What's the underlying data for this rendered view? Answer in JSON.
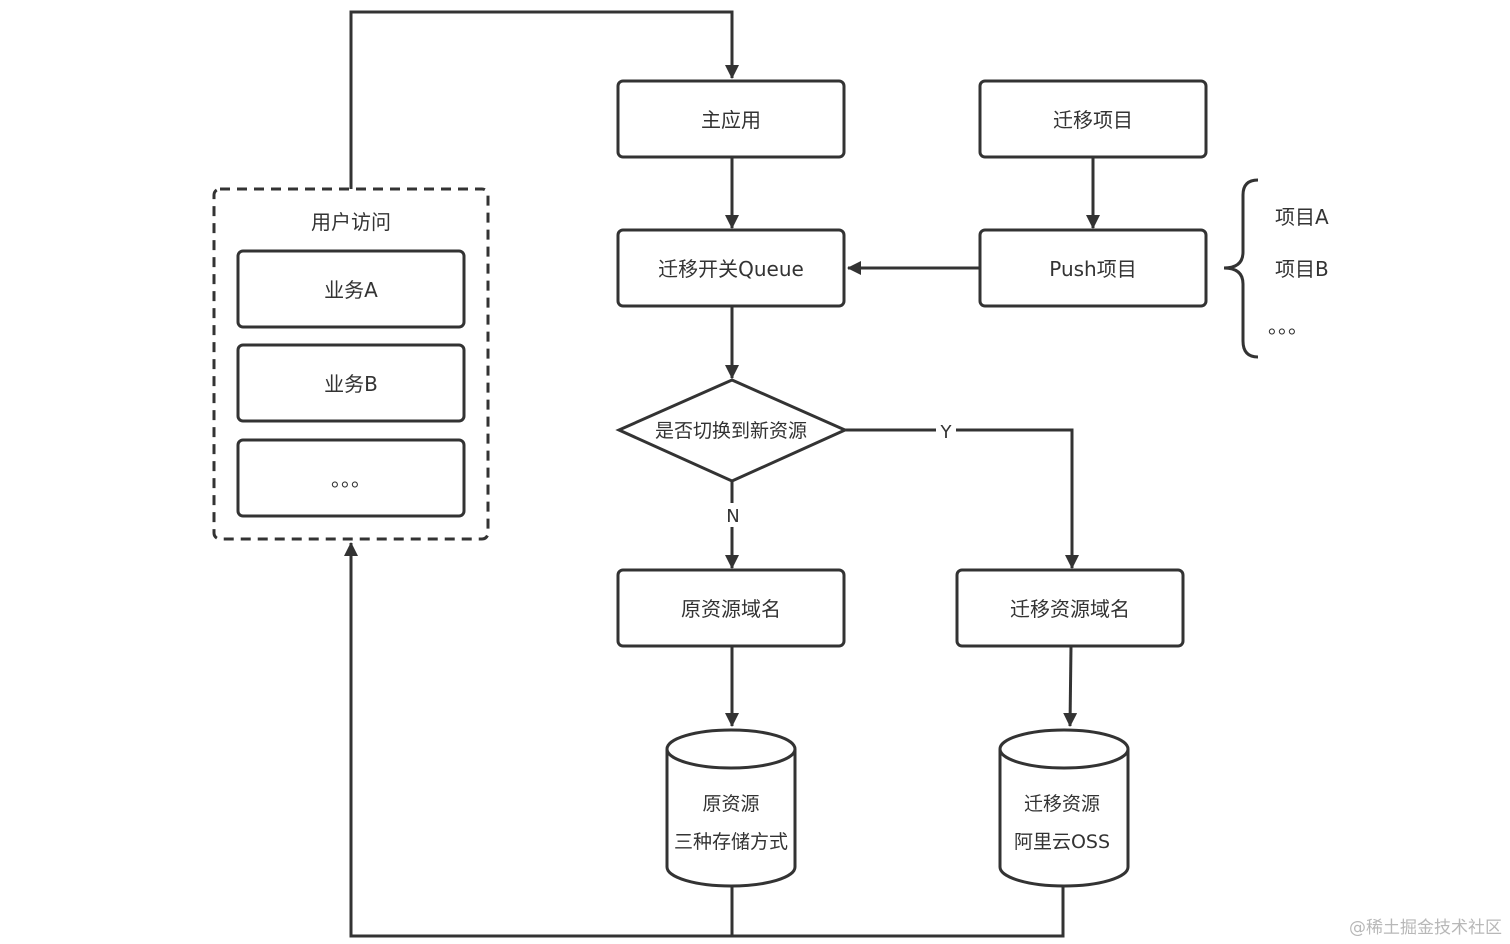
{
  "colors": {
    "stroke": "#333333",
    "fill": "#ffffff",
    "text": "#333333",
    "watermark": "#b8b8b8"
  },
  "nodes": {
    "main_app": "主应用",
    "migrate_project": "迁移项目",
    "switch_queue": "迁移开关Queue",
    "push_project": "Push项目",
    "decision": "是否切换到新资源",
    "orig_domain": "原资源域名",
    "migrate_domain": "迁移资源域名"
  },
  "storage": {
    "orig": [
      "原资源",
      "三种存储方式"
    ],
    "migrate": [
      "迁移资源",
      "阿里云OSS"
    ]
  },
  "user_access": {
    "title": "用户访问",
    "items": [
      "业务A",
      "业务B",
      "。。。"
    ]
  },
  "project_list": [
    "项目A",
    "项目B",
    "。。。"
  ],
  "edge_labels": {
    "yes": "Y",
    "no": "N"
  },
  "watermark": "@稀土掘金技术社区"
}
